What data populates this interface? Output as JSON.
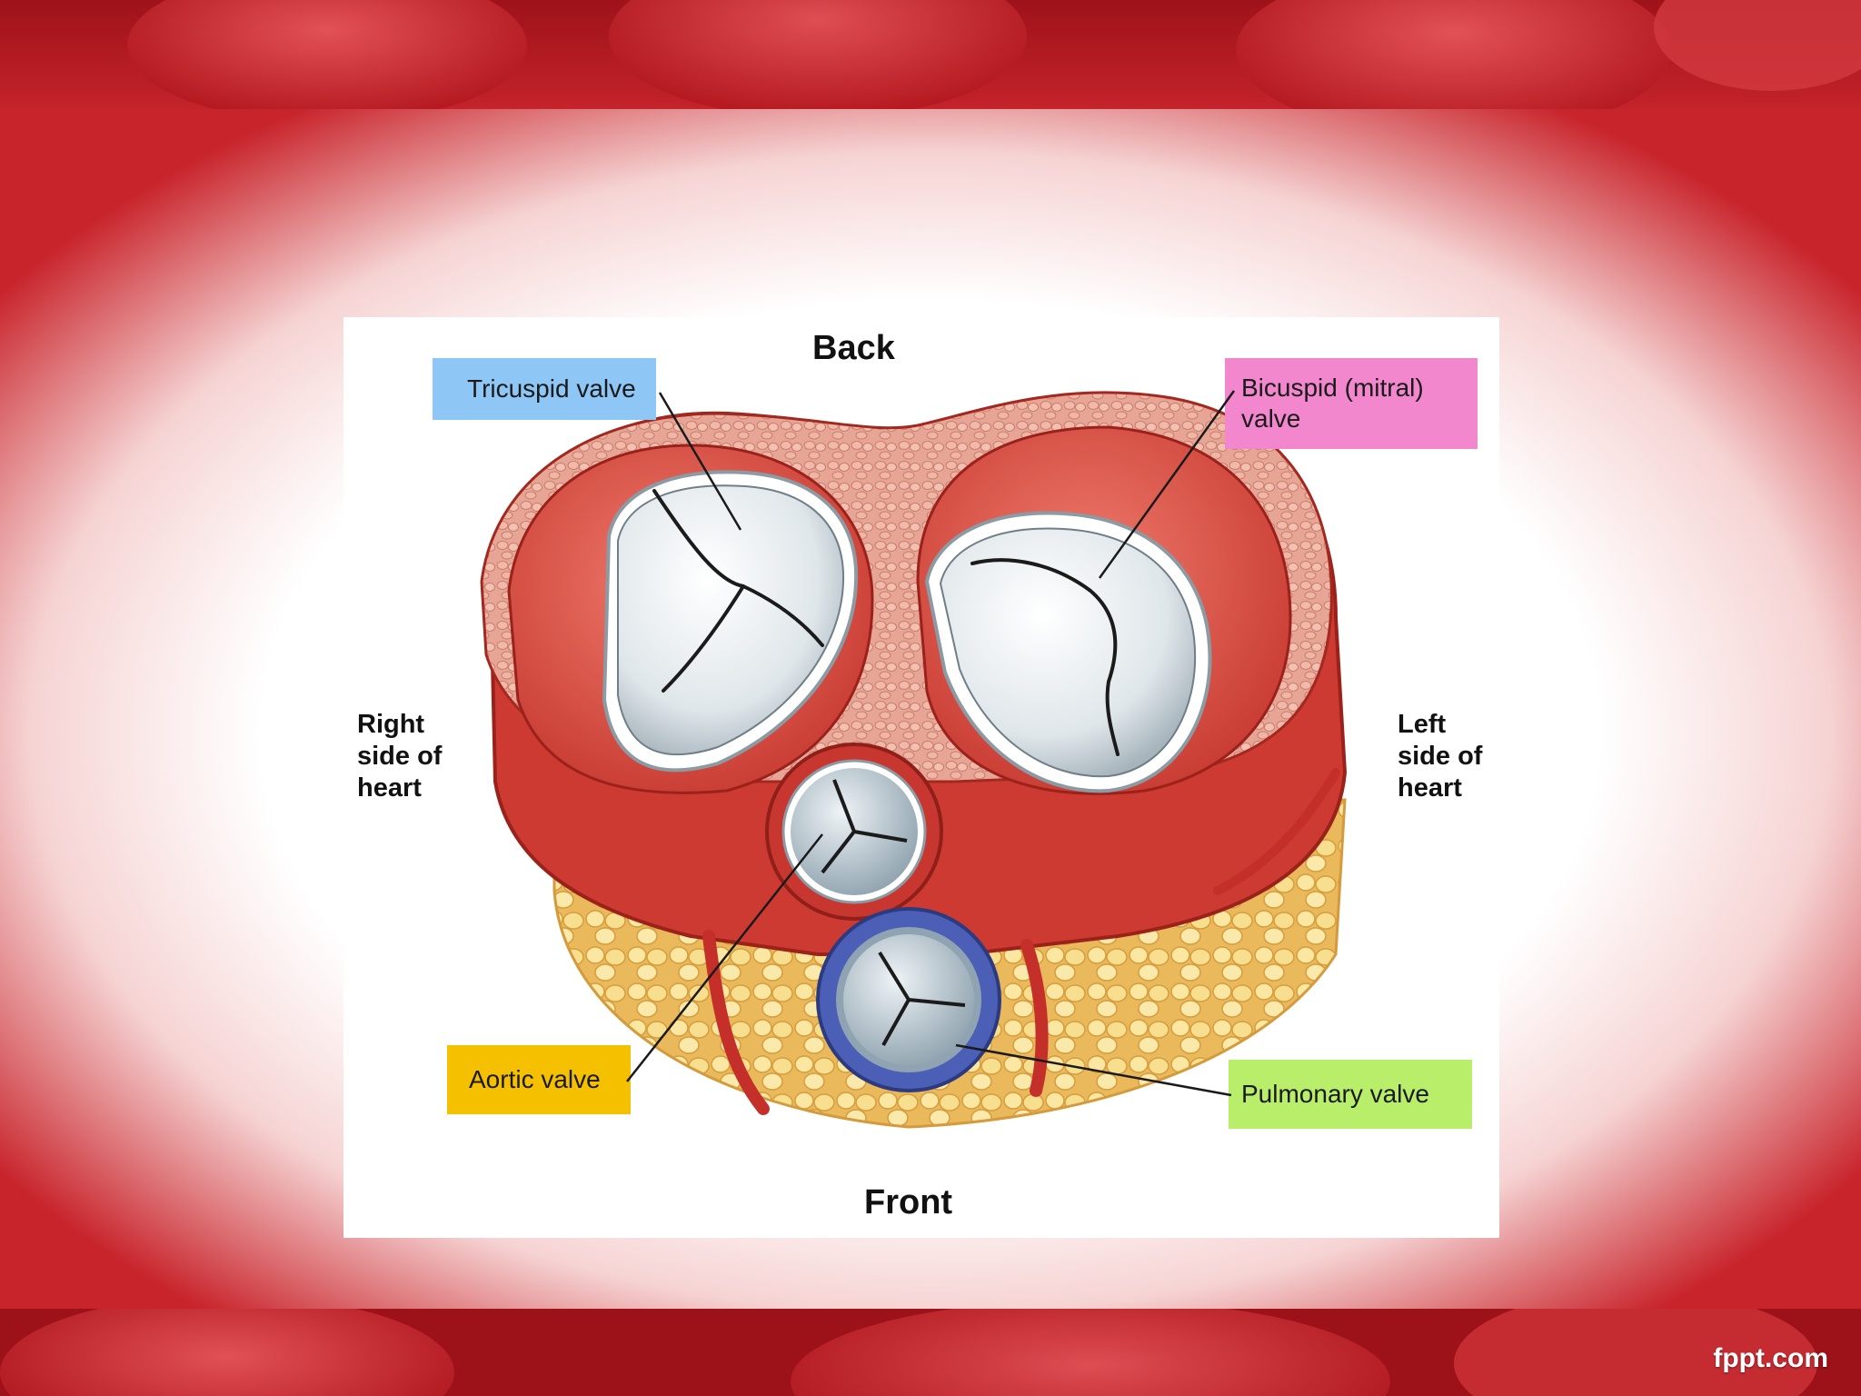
{
  "diagram": {
    "labels": {
      "back": "Back",
      "front": "Front",
      "right_side": "Right\nside of\nheart",
      "left_side": "Left\nside of\nheart",
      "tricuspid": "Tricuspid valve",
      "bicuspid": "Bicuspid (mitral)\nvalve",
      "aortic": "Aortic valve",
      "pulmonary": "Pulmonary valve"
    },
    "colors": {
      "tricuspid_tag": "#8ec6f6",
      "bicuspid_tag": "#f287cd",
      "aortic_tag": "#f5c000",
      "pulmonary_tag": "#b8ee6a",
      "myocardium": "#d9473c",
      "fat": "#f4d67a",
      "pulmonary_ring": "#4a5fb5"
    }
  },
  "footer": {
    "brand": "fppt.com"
  }
}
